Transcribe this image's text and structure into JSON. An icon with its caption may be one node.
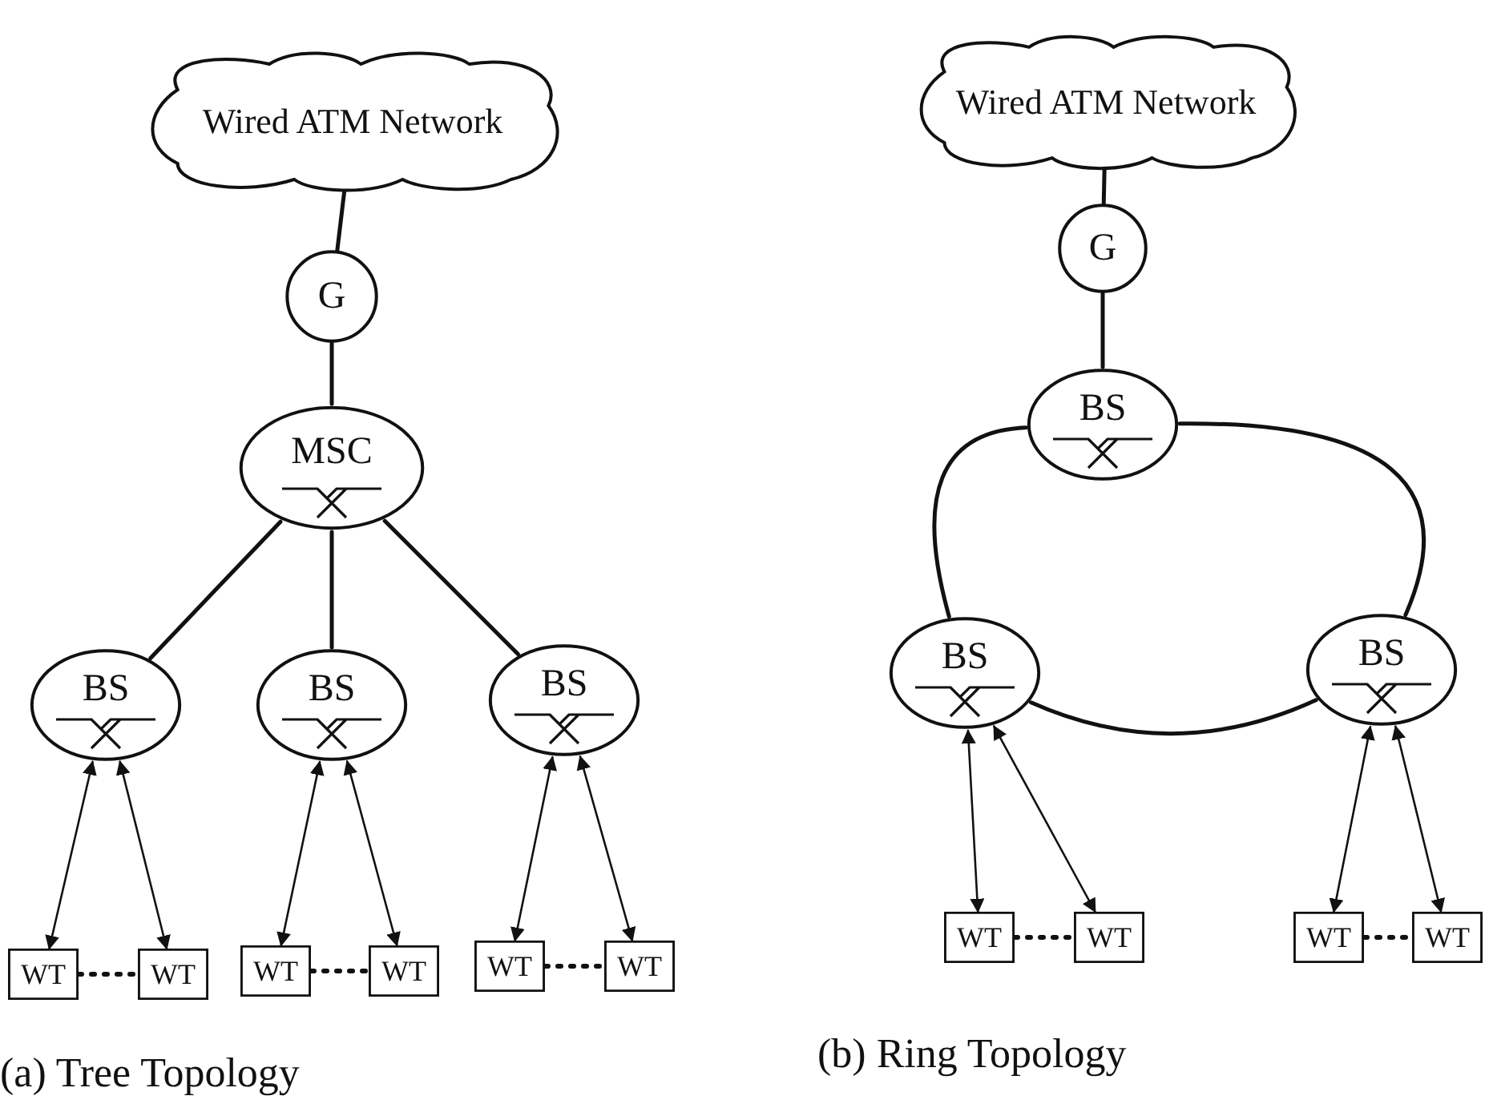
{
  "diagram": {
    "nodes": [
      {
        "text": [
          "Wired ATM Network"
        ]
      },
      {
        "text": [
          "G"
        ]
      },
      {
        "text": [
          "MSC"
        ]
      },
      {
        "text": [
          "BS"
        ]
      },
      {
        "text": [
          "BS"
        ]
      },
      {
        "text": [
          "BS"
        ]
      },
      {
        "text": [
          "WT"
        ]
      },
      {
        "text": [
          "WT"
        ]
      },
      {
        "text": [
          "WT"
        ]
      },
      {
        "text": [
          "WT"
        ]
      },
      {
        "text": [
          "WT"
        ]
      },
      {
        "text": [
          "WT"
        ]
      },
      {
        "text": [
          "Wired ATM Network"
        ]
      },
      {
        "text": [
          "G"
        ]
      },
      {
        "text": [
          "BS"
        ]
      },
      {
        "text": [
          "BS"
        ]
      },
      {
        "text": [
          "BS"
        ]
      },
      {
        "text": [
          "WT"
        ]
      },
      {
        "text": [
          "WT"
        ]
      },
      {
        "text": [
          "WT"
        ]
      },
      {
        "text": [
          "WT"
        ]
      }
    ],
    "edges": [
      {
        "from": 0,
        "to": 1,
        "arrow": "none"
      },
      {
        "from": 1,
        "to": 2,
        "arrow": "none"
      },
      {
        "from": 2,
        "to": 3,
        "arrow": "none"
      },
      {
        "from": 2,
        "to": 4,
        "arrow": "none"
      },
      {
        "from": 2,
        "to": 5,
        "arrow": "none"
      },
      {
        "from": 3,
        "to": 6,
        "arrow": "both"
      },
      {
        "from": 3,
        "to": 7,
        "arrow": "both"
      },
      {
        "from": 4,
        "to": 8,
        "arrow": "both"
      },
      {
        "from": 4,
        "to": 9,
        "arrow": "both"
      },
      {
        "from": 5,
        "to": 10,
        "arrow": "both"
      },
      {
        "from": 5,
        "to": 11,
        "arrow": "both"
      },
      {
        "from": 6,
        "to": 7,
        "arrow": "none",
        "style": "dashed"
      },
      {
        "from": 8,
        "to": 9,
        "arrow": "none",
        "style": "dashed"
      },
      {
        "from": 10,
        "to": 11,
        "arrow": "none",
        "style": "dashed"
      },
      {
        "from": 12,
        "to": 13,
        "arrow": "none"
      },
      {
        "from": 13,
        "to": 14,
        "arrow": "none"
      },
      {
        "from": 14,
        "to": 15,
        "arrow": "none"
      },
      {
        "from": 14,
        "to": 16,
        "arrow": "none"
      },
      {
        "from": 15,
        "to": 16,
        "arrow": "none"
      },
      {
        "from": 15,
        "to": 17,
        "arrow": "both"
      },
      {
        "from": 15,
        "to": 18,
        "arrow": "both"
      },
      {
        "from": 16,
        "to": 19,
        "arrow": "both"
      },
      {
        "from": 16,
        "to": 20,
        "arrow": "both"
      },
      {
        "from": 17,
        "to": 18,
        "arrow": "none",
        "style": "dashed"
      },
      {
        "from": 19,
        "to": 20,
        "arrow": "none",
        "style": "dashed"
      }
    ],
    "labels": [
      "(a) Tree Topology",
      "(b) Ring Topology"
    ]
  }
}
